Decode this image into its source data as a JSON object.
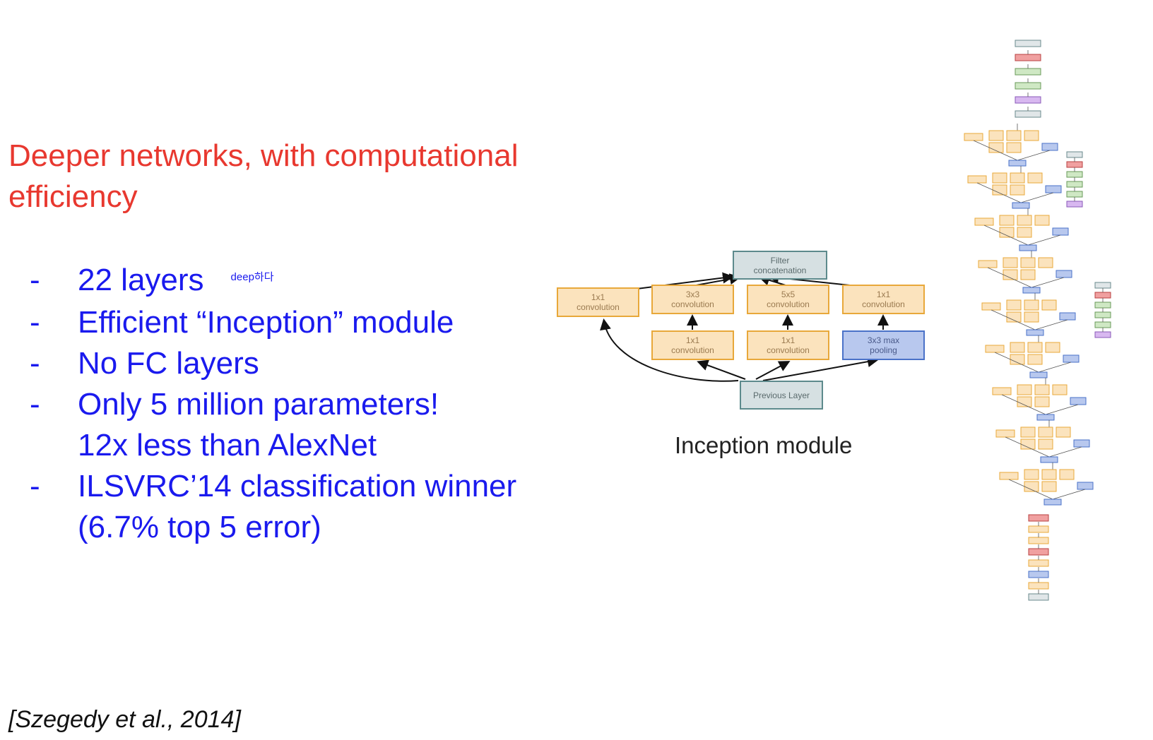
{
  "title": "Deeper networks, with computational efficiency",
  "bullets": [
    {
      "dash": "-",
      "text": "22 layers",
      "note": "deep하다"
    },
    {
      "dash": "-",
      "text": "Efficient “Inception” module"
    },
    {
      "dash": "-",
      "text": "No FC layers"
    },
    {
      "dash": "-",
      "text": "Only 5 million parameters!"
    },
    {
      "dash": "",
      "text": "12x less than AlexNet"
    },
    {
      "dash": "-",
      "text": "ILSVRC’14 classification winner"
    },
    {
      "dash": "",
      "text": "(6.7% top 5 error)"
    }
  ],
  "citation": "[Szegedy et al., 2014]",
  "inception": {
    "caption": "Inception module",
    "filter_concat": [
      "Filter",
      "concatenation"
    ],
    "conv1x1_a": [
      "1x1",
      "convolution"
    ],
    "conv3x3": [
      "3x3",
      "convolution"
    ],
    "conv5x5": [
      "5x5",
      "convolution"
    ],
    "conv1x1_b": [
      "1x1",
      "convolution"
    ],
    "reduce_3x3": [
      "1x1",
      "convolution"
    ],
    "reduce_5x5": [
      "1x1",
      "convolution"
    ],
    "maxpool": [
      "3x3 max",
      "pooling"
    ],
    "previous_layer": "Previous Layer"
  },
  "colors": {
    "title": "#e8382f",
    "bullets": "#1a1aee",
    "conv": "#fbe3bd",
    "pool": "#b8c8ee",
    "io": "#d6e0e2"
  }
}
